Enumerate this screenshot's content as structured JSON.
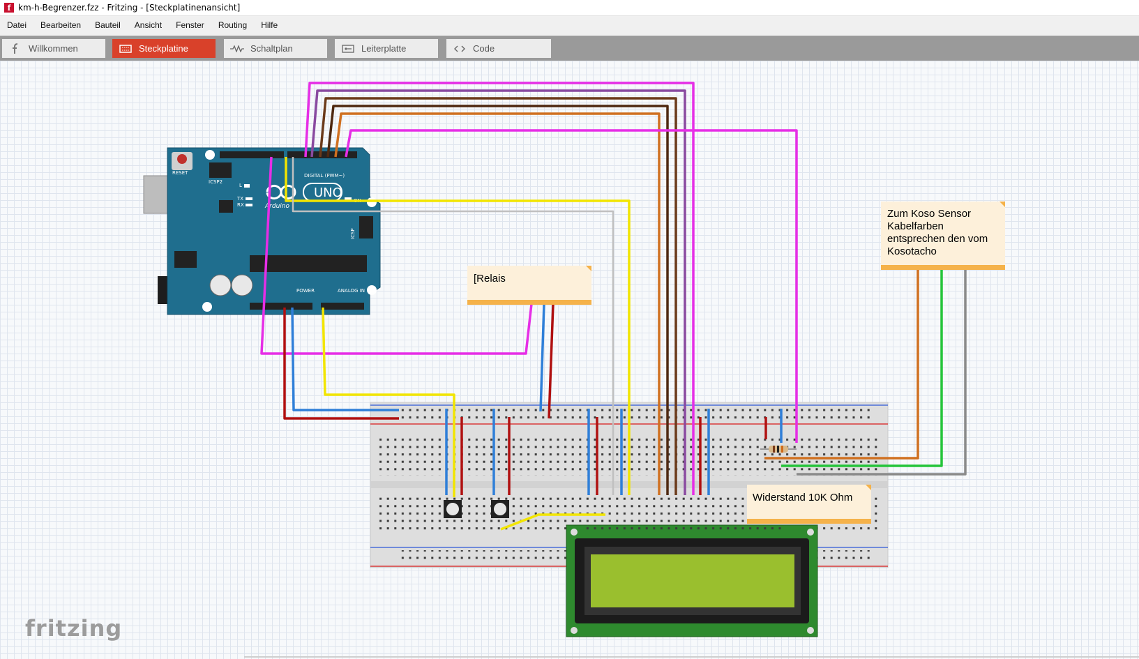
{
  "window": {
    "title": "km-h-Begrenzer.fzz - Fritzing - [Steckplatinenansicht]",
    "app_icon": "fritzing-app-icon"
  },
  "menu": {
    "items": [
      {
        "label": "Datei"
      },
      {
        "label": "Bearbeiten"
      },
      {
        "label": "Bauteil"
      },
      {
        "label": "Ansicht"
      },
      {
        "label": "Fenster"
      },
      {
        "label": "Routing"
      },
      {
        "label": "Hilfe"
      }
    ]
  },
  "tabs": [
    {
      "label": "Willkommen",
      "icon": "fritzing-f-icon",
      "active": false
    },
    {
      "label": "Steckplatine",
      "icon": "breadboard-icon",
      "active": true
    },
    {
      "label": "Schaltplan",
      "icon": "schematic-icon",
      "active": false
    },
    {
      "label": "Leiterplatte",
      "icon": "pcb-icon",
      "active": false
    },
    {
      "label": "Code",
      "icon": "code-icon",
      "active": false
    }
  ],
  "notes": {
    "relais": "[Relais",
    "koso_line1": "Zum Koso Sensor",
    "koso_line2": "Kabelfarben",
    "koso_line3": "entsprechen den vom",
    "koso_line4": "Kosotacho",
    "widerstand": "Widerstand 10K Ohm"
  },
  "arduino": {
    "board": "UNO",
    "brand": "Arduino",
    "reset": "RESET",
    "icsp2": "ICSP2",
    "icsp": "ICSP",
    "digital": "DIGITAL (PWM~)",
    "power": "POWER",
    "analog": "ANALOG IN",
    "on": "ON",
    "led_l": "L",
    "led_tx": "TX",
    "led_rx": "RX"
  },
  "logo": "fritzing",
  "colors": {
    "accent_tab": "#d9412a",
    "magenta": "#e62ee6",
    "yellow": "#f2e500",
    "red": "#c0140c",
    "blue": "#2f7fd8",
    "green": "#25c43a",
    "orange": "#d07020",
    "brown": "#6b3a1a",
    "gray": "#8a8a8a",
    "purple": "#9a4aa8"
  }
}
